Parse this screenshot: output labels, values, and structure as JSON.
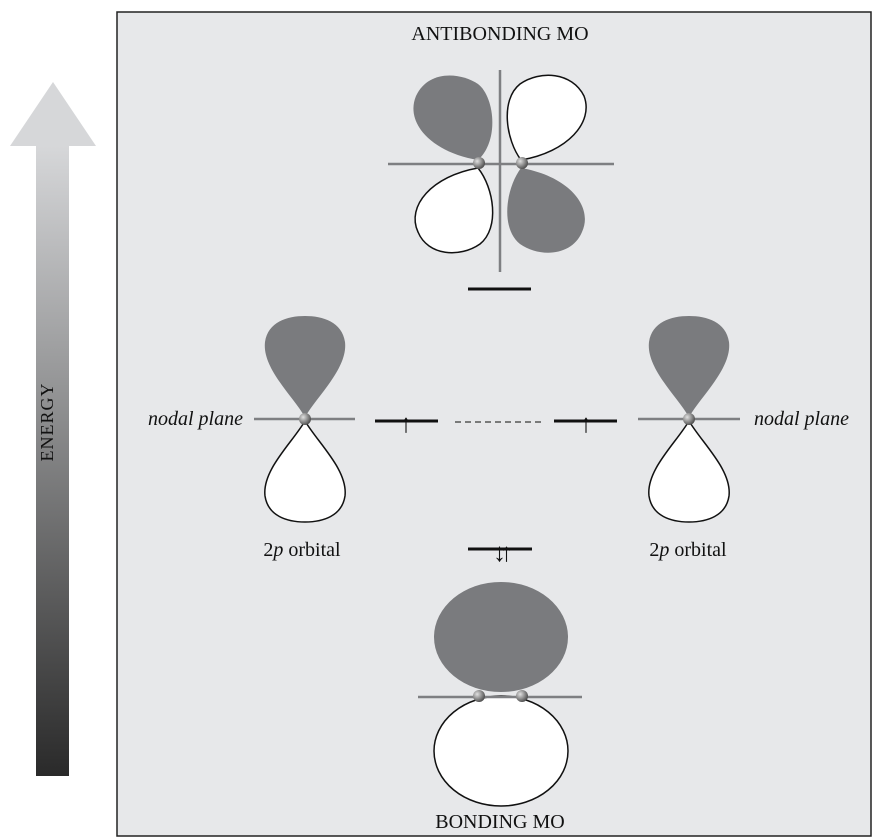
{
  "energy_axis": {
    "label": "ENERGY"
  },
  "antibonding": {
    "label": "ANTIBONDING MO"
  },
  "bonding": {
    "label": "BONDING MO"
  },
  "left_atom": {
    "nodal_label": "nodal plane",
    "orbital_number": "2",
    "orbital_letter": "p",
    "orbital_word": " orbital"
  },
  "right_atom": {
    "nodal_label": "nodal plane",
    "orbital_number": "2",
    "orbital_letter": "p",
    "orbital_word": " orbital"
  },
  "electrons": {
    "left_level": "↑",
    "right_level": "↑",
    "bonding_level": "↓↑"
  },
  "colors": {
    "panel": "#e7e8ea",
    "phase_shaded": "#7a7b7e",
    "phase_clear": "#ffffff",
    "axis_line": "#7e7f82",
    "arrow_top": "#d6d7d9",
    "arrow_bottom": "#2a2a2a"
  }
}
